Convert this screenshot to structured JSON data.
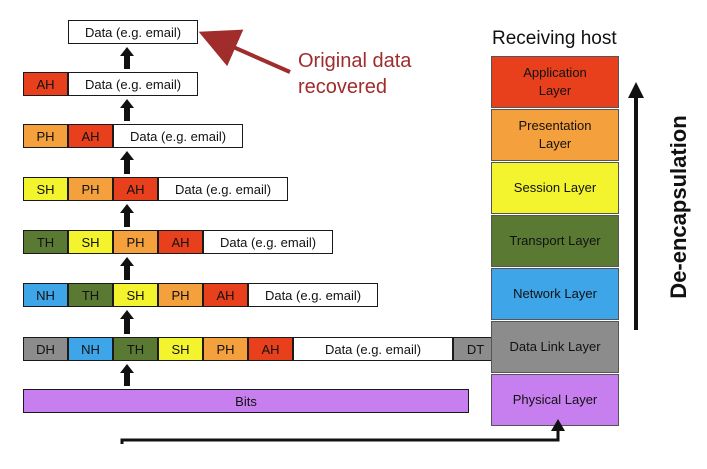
{
  "colors": {
    "AH": "#e8401c",
    "PH": "#f4a03c",
    "SH": "#f4f42e",
    "TH": "#5a7a34",
    "NH": "#3da5e8",
    "DH": "#8c8c8c",
    "DT": "#8c8c8c",
    "Data": "#ffffff",
    "Bits": "#c77ff0"
  },
  "stacks": [
    {
      "cells": [
        {
          "k": "Data",
          "t": "Data (e.g. email)"
        }
      ]
    },
    {
      "cells": [
        {
          "k": "AH",
          "t": "AH"
        },
        {
          "k": "Data",
          "t": "Data (e.g. email)"
        }
      ]
    },
    {
      "cells": [
        {
          "k": "PH",
          "t": "PH"
        },
        {
          "k": "AH",
          "t": "AH"
        },
        {
          "k": "Data",
          "t": "Data (e.g. email)"
        }
      ]
    },
    {
      "cells": [
        {
          "k": "SH",
          "t": "SH"
        },
        {
          "k": "PH",
          "t": "PH"
        },
        {
          "k": "AH",
          "t": "AH"
        },
        {
          "k": "Data",
          "t": "Data (e.g. email)"
        }
      ]
    },
    {
      "cells": [
        {
          "k": "TH",
          "t": "TH"
        },
        {
          "k": "SH",
          "t": "SH"
        },
        {
          "k": "PH",
          "t": "PH"
        },
        {
          "k": "AH",
          "t": "AH"
        },
        {
          "k": "Data",
          "t": "Data (e.g. email)"
        }
      ]
    },
    {
      "cells": [
        {
          "k": "NH",
          "t": "NH"
        },
        {
          "k": "TH",
          "t": "TH"
        },
        {
          "k": "SH",
          "t": "SH"
        },
        {
          "k": "PH",
          "t": "PH"
        },
        {
          "k": "AH",
          "t": "AH"
        },
        {
          "k": "Data",
          "t": "Data (e.g. email)"
        }
      ]
    },
    {
      "cells": [
        {
          "k": "DH",
          "t": "DH"
        },
        {
          "k": "NH",
          "t": "NH"
        },
        {
          "k": "TH",
          "t": "TH"
        },
        {
          "k": "SH",
          "t": "SH"
        },
        {
          "k": "PH",
          "t": "PH"
        },
        {
          "k": "AH",
          "t": "AH"
        },
        {
          "k": "Data",
          "t": "Data (e.g. email)"
        },
        {
          "k": "DT",
          "t": "DT"
        }
      ]
    },
    {
      "cells": [
        {
          "k": "Bits",
          "t": "Bits"
        }
      ]
    }
  ],
  "receiving_host": {
    "title": "Receiving host",
    "layers": [
      {
        "label": "Application\nLayer",
        "color": "#e8401c"
      },
      {
        "label": "Presentation\nLayer",
        "color": "#f4a03c"
      },
      {
        "label": "Session Layer",
        "color": "#f4f42e"
      },
      {
        "label": "Transport Layer",
        "color": "#5a7a34"
      },
      {
        "label": "Network Layer",
        "color": "#3da5e8"
      },
      {
        "label": "Data Link Layer",
        "color": "#8c8c8c"
      },
      {
        "label": "Physical Layer",
        "color": "#c77ff0"
      }
    ]
  },
  "callout": {
    "line1": "Original data",
    "line2": "recovered",
    "color": "#a02c2c"
  },
  "direction_label": "De-encapsulation"
}
